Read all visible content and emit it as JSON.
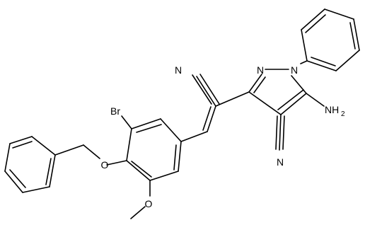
{
  "molecule": {
    "labels": {
      "nitrile_top": "N",
      "nitrile_left_c_stub": "",
      "pyrazole_n2": "N",
      "pyrazole_n1": "N",
      "amino": "NH",
      "amino_sub": "2",
      "nitrile_bottom": "N",
      "bromo": "Br",
      "benzyl_oxygen": "O",
      "methoxy_oxygen": "O"
    }
  }
}
